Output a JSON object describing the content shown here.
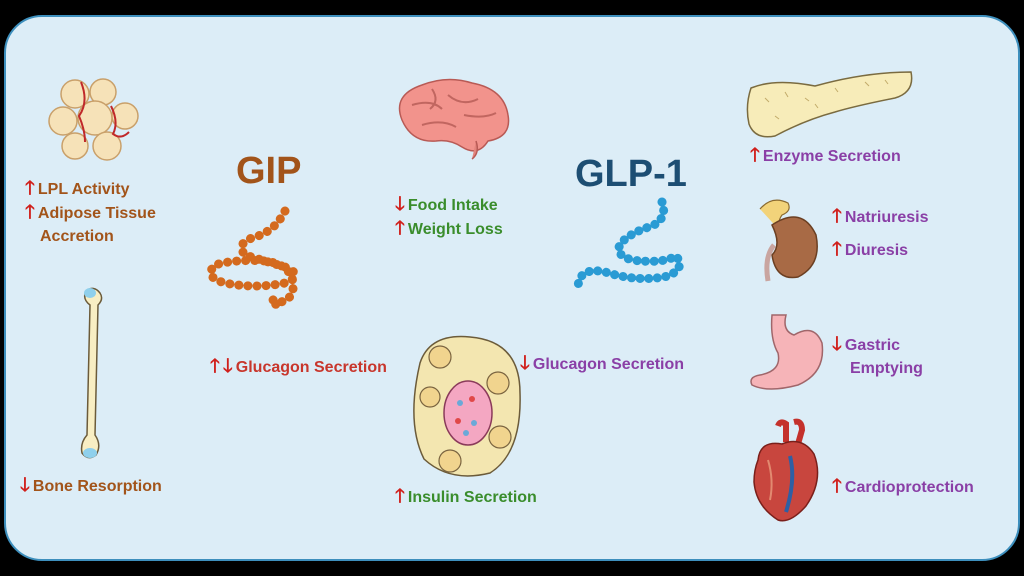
{
  "gip": {
    "title": "GIP",
    "adipose": {
      "lines": [
        "LPL Activity",
        "Adipose Tissue",
        "Accretion"
      ]
    },
    "bone": "Bone Resorption",
    "glucagon": "Glucagon Secretion"
  },
  "glp1": {
    "title": "GLP-1",
    "pancreas_exocrine": "Enzyme Secretion",
    "kidney": [
      "Natriuresis",
      "Diuresis"
    ],
    "stomach": [
      "Gastric",
      "Emptying"
    ],
    "heart": "Cardioprotection",
    "glucagon": "Glucagon Secretion"
  },
  "brain": {
    "lines": [
      "Food Intake",
      "Weight Loss"
    ]
  },
  "islet": {
    "insulin": "Insulin Secretion"
  },
  "arrows": {
    "up": "🡑",
    "down": "🡓"
  },
  "colors": {
    "gip": "#a2541a",
    "glp1": "#1d4e73",
    "brain_text": "#3a8d2c",
    "glp1_text": "#8a3fa6",
    "arrow": "#d0201c",
    "panel": "#dcedf7",
    "border": "#3d8fbd"
  }
}
